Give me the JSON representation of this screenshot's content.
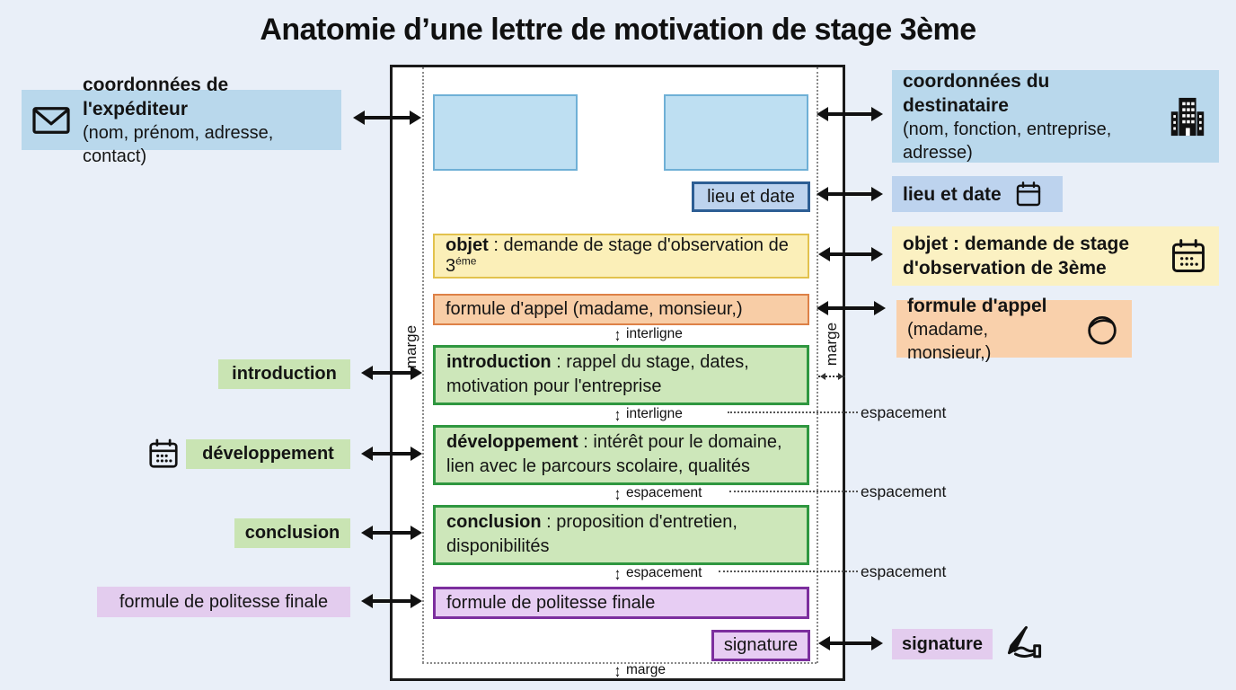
{
  "title": "Anatomie d’une lettre de motivation de stage 3ème",
  "letter": {
    "lieu_date": "lieu et date",
    "objet": {
      "bold": "objet",
      "rest": " : demande de stage d'observation de 3",
      "sup": "éme"
    },
    "appel": "formule d'appel (madame, monsieur,)",
    "introduction": {
      "bold": "introduction",
      "rest": " : rappel du stage, dates, motivation pour l'entreprise"
    },
    "developpement": {
      "bold": "développement",
      "rest": " : intérêt pour le domaine, lien avec le parcours scolaire, qualités"
    },
    "conclusion": {
      "bold": "conclusion",
      "rest": " : proposition d'entretien, disponibilités"
    },
    "politesse": "formule de politesse finale",
    "signature": "signature",
    "markers": {
      "arrow": "↕",
      "interligne_1": "interligne",
      "interligne_2": "interligne",
      "espacement_1": "espacement",
      "espacement_2": "espacement",
      "marge_left": "marge",
      "marge_right": "marge",
      "marge_bottom": "marge"
    }
  },
  "left_labels": {
    "expediteur": {
      "title": "coordonnées de l'expéditeur",
      "subtitle": "(nom, prénom, adresse, contact)"
    },
    "introduction": "introduction",
    "developpement": "développement",
    "conclusion": "conclusion",
    "politesse": "formule de politesse finale"
  },
  "right_labels": {
    "destinataire": {
      "title": "coordonnées du destinataire",
      "line1": "(nom, fonction, entreprise,",
      "line2": "adresse)"
    },
    "lieu_date": "lieu et date",
    "objet": {
      "line1": "objet : demande de stage",
      "line2": "d'observation de 3ème"
    },
    "appel": {
      "title": "formule d'appel",
      "subtitle": "(madame, monsieur,)"
    },
    "espacement_1": "espacement",
    "espacement_2": "espacement",
    "espacement_3": "espacement",
    "signature": "signature"
  },
  "colors": {
    "background": "#e9eff8",
    "blue_fill": "#bedff2",
    "blue_border": "#6fb0d6",
    "blue_label": "#b9d8ec",
    "date_fill": "#bdd3ee",
    "date_border": "#2d5e94",
    "yellow_fill": "#fbefb8",
    "yellow_border": "#e2c24d",
    "yellow_label": "#fbf1c2",
    "orange_fill": "#f8cda6",
    "orange_border": "#dd8147",
    "orange_label": "#f9d0ab",
    "green_fill": "#cde7ba",
    "green_border": "#2f9740",
    "green_label": "#c9e4b3",
    "purple_fill": "#e7cdf3",
    "purple_border": "#7c2e9e",
    "purple_label": "#e3ccee"
  }
}
